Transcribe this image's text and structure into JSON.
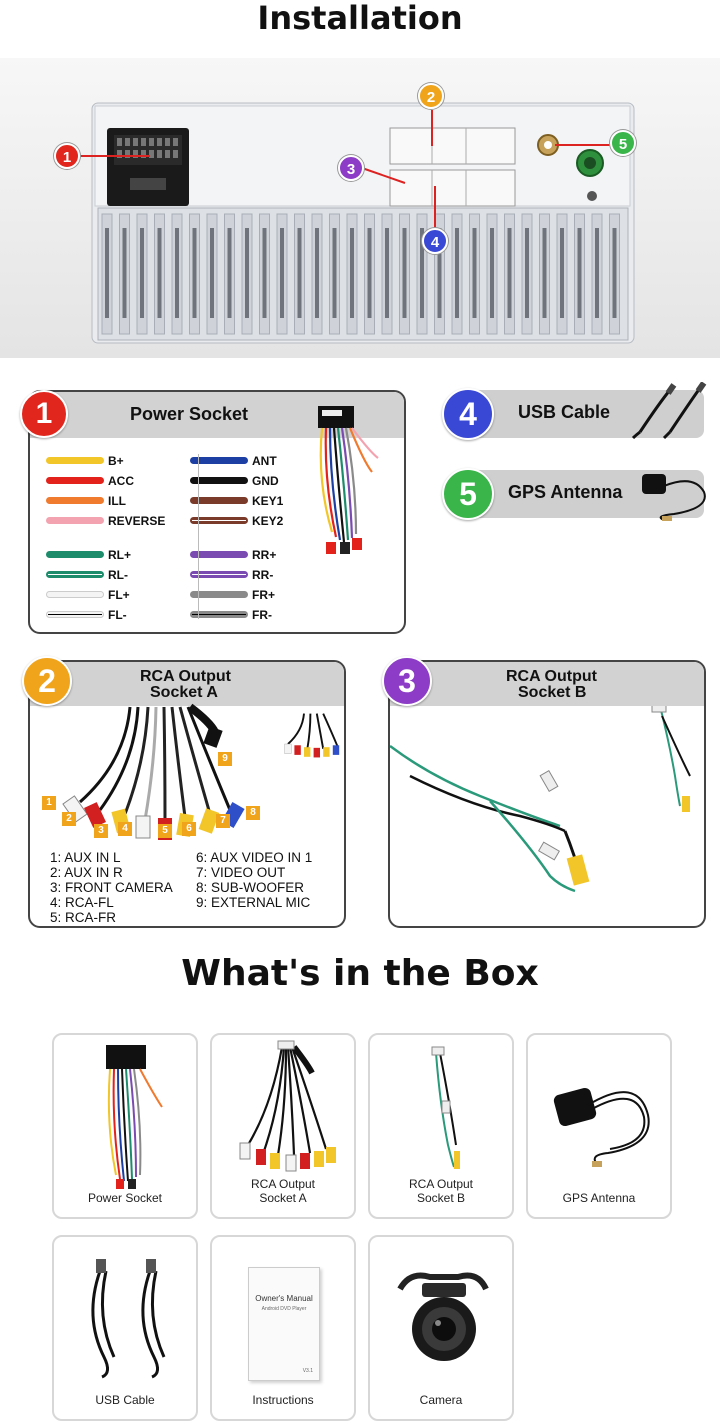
{
  "titles": {
    "installation": "Installation",
    "box": "What's in the Box"
  },
  "callouts": [
    "1",
    "2",
    "3",
    "4",
    "5"
  ],
  "colors": {
    "c1": "#e0261d",
    "c2": "#f0a41c",
    "c3": "#8c3cc6",
    "c4": "#3a48d6",
    "c5": "#39b54a"
  },
  "power": {
    "number": "1",
    "title": "Power Socket",
    "left_wires": [
      {
        "label": "B+",
        "color": "#f2c629"
      },
      {
        "label": "ACC",
        "color": "#e3231b"
      },
      {
        "label": "ILL",
        "color": "#f07a2e"
      },
      {
        "label": "REVERSE",
        "color": "#f3a3b0"
      },
      {
        "label": "RL+",
        "color": "#1c8c6a"
      },
      {
        "label": "RL-",
        "color": "#1c8c6a",
        "stripe": "#ffffff"
      },
      {
        "label": "FL+",
        "color": "#f4f4f4"
      },
      {
        "label": "FL-",
        "color": "#f4f4f4",
        "stripe": "#000000"
      }
    ],
    "right_wires": [
      {
        "label": "ANT",
        "color": "#1d3fa3"
      },
      {
        "label": "GND",
        "color": "#111111"
      },
      {
        "label": "KEY1",
        "color": "#7a3b2a"
      },
      {
        "label": "KEY2",
        "color": "#7a3b2a",
        "stripe": "#ffffff"
      },
      {
        "label": "RR+",
        "color": "#7a4bb0"
      },
      {
        "label": "RR-",
        "color": "#7a4bb0",
        "stripe": "#ffffff"
      },
      {
        "label": "FR+",
        "color": "#8a8a8a"
      },
      {
        "label": "FR-",
        "color": "#8a8a8a",
        "stripe": "#000000"
      }
    ]
  },
  "usb": {
    "number": "4",
    "label": "USB Cable"
  },
  "gps": {
    "number": "5",
    "label": "GPS Antenna"
  },
  "rca_a": {
    "number": "2",
    "title_line1": "RCA Output",
    "title_line2": "Socket A",
    "tags": [
      "1",
      "2",
      "3",
      "4",
      "5",
      "6",
      "7",
      "8",
      "9"
    ],
    "legend_left": [
      "1: AUX IN L",
      "2: AUX IN R",
      "3: FRONT CAMERA",
      "4: RCA-FL",
      "5: RCA-FR"
    ],
    "legend_right": [
      "6: AUX VIDEO IN 1",
      "7: VIDEO OUT",
      "8: SUB-WOOFER",
      "9: EXTERNAL MIC"
    ]
  },
  "rca_b": {
    "number": "3",
    "title_line1": "RCA Output",
    "title_line2": "Socket B"
  },
  "box_items": [
    {
      "line1": "Power Socket",
      "line2": ""
    },
    {
      "line1": "RCA Output",
      "line2": "Socket A"
    },
    {
      "line1": "RCA Output",
      "line2": "Socket B"
    },
    {
      "line1": "GPS Antenna",
      "line2": ""
    },
    {
      "line1": "USB Cable",
      "line2": ""
    },
    {
      "line1": "Instructions",
      "line2": ""
    },
    {
      "line1": "Camera",
      "line2": ""
    }
  ],
  "manual": {
    "title": "Owner's Manual",
    "subtitle": "Android DVD Player",
    "version": "V3.1"
  }
}
